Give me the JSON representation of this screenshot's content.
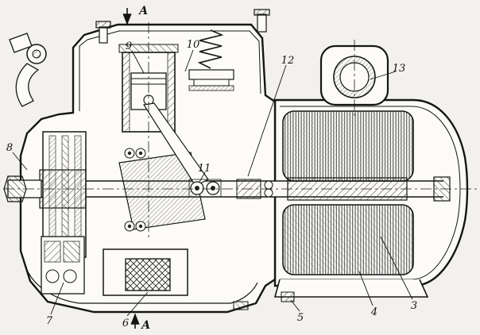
{
  "drawing": {
    "section_marks": {
      "top": "А",
      "bottom": "А"
    },
    "callouts": {
      "c3": "3",
      "c4": "4",
      "c5": "5",
      "c6": "6",
      "c7": "7",
      "c8": "8",
      "c9": "9",
      "c10": "10",
      "c11": "11",
      "c12": "12",
      "c13": "13"
    }
  }
}
